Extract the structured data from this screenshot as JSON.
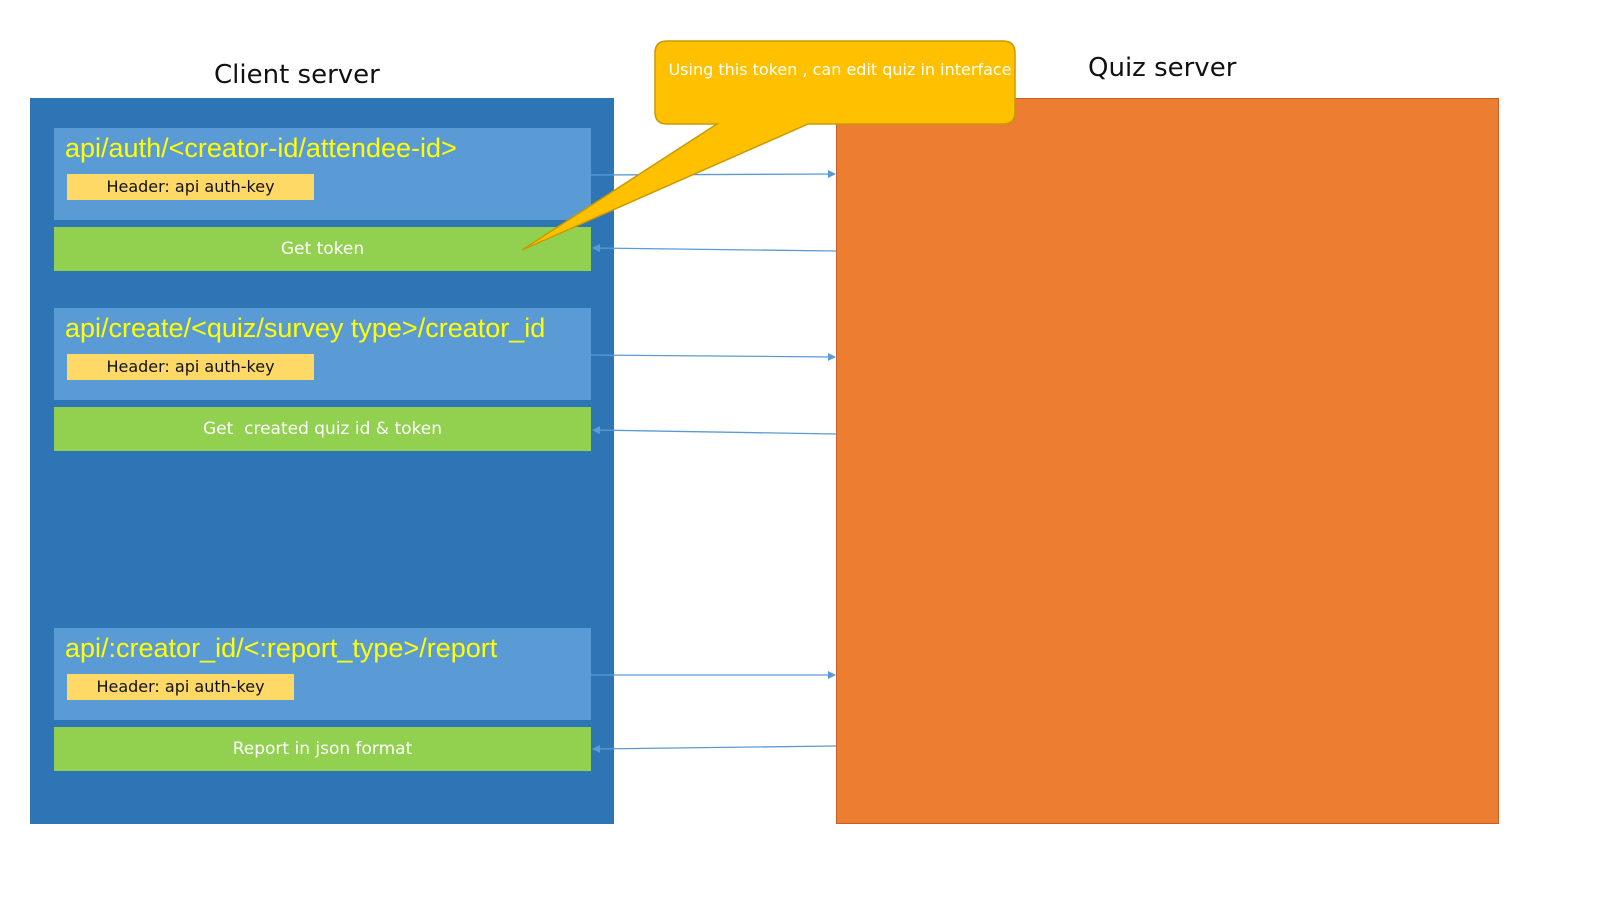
{
  "titles": {
    "client": "Client server",
    "quiz": "Quiz server"
  },
  "callout": {
    "text": "Using this token , can edit quiz in interface"
  },
  "requests": [
    {
      "path": "api/auth/<creator-id/attendee-id>",
      "header": "Header: api auth-key",
      "response": "Get token"
    },
    {
      "path": "api/create/<quiz/survey type>/creator_id",
      "header": "Header: api auth-key",
      "response": "Get  created quiz id & token"
    },
    {
      "path": "api/:creator_id/<:report_type>/report",
      "header": "Header: api auth-key",
      "response": "Report in json format"
    }
  ],
  "colors": {
    "client_box": "#2e75b6",
    "request_box": "#5b9bd5",
    "request_text": "#ffff00",
    "header_box": "#ffd966",
    "response_box": "#92d050",
    "quiz_box": "#ed7d31",
    "callout": "#ffc000",
    "arrow": "#5b9bd5"
  }
}
